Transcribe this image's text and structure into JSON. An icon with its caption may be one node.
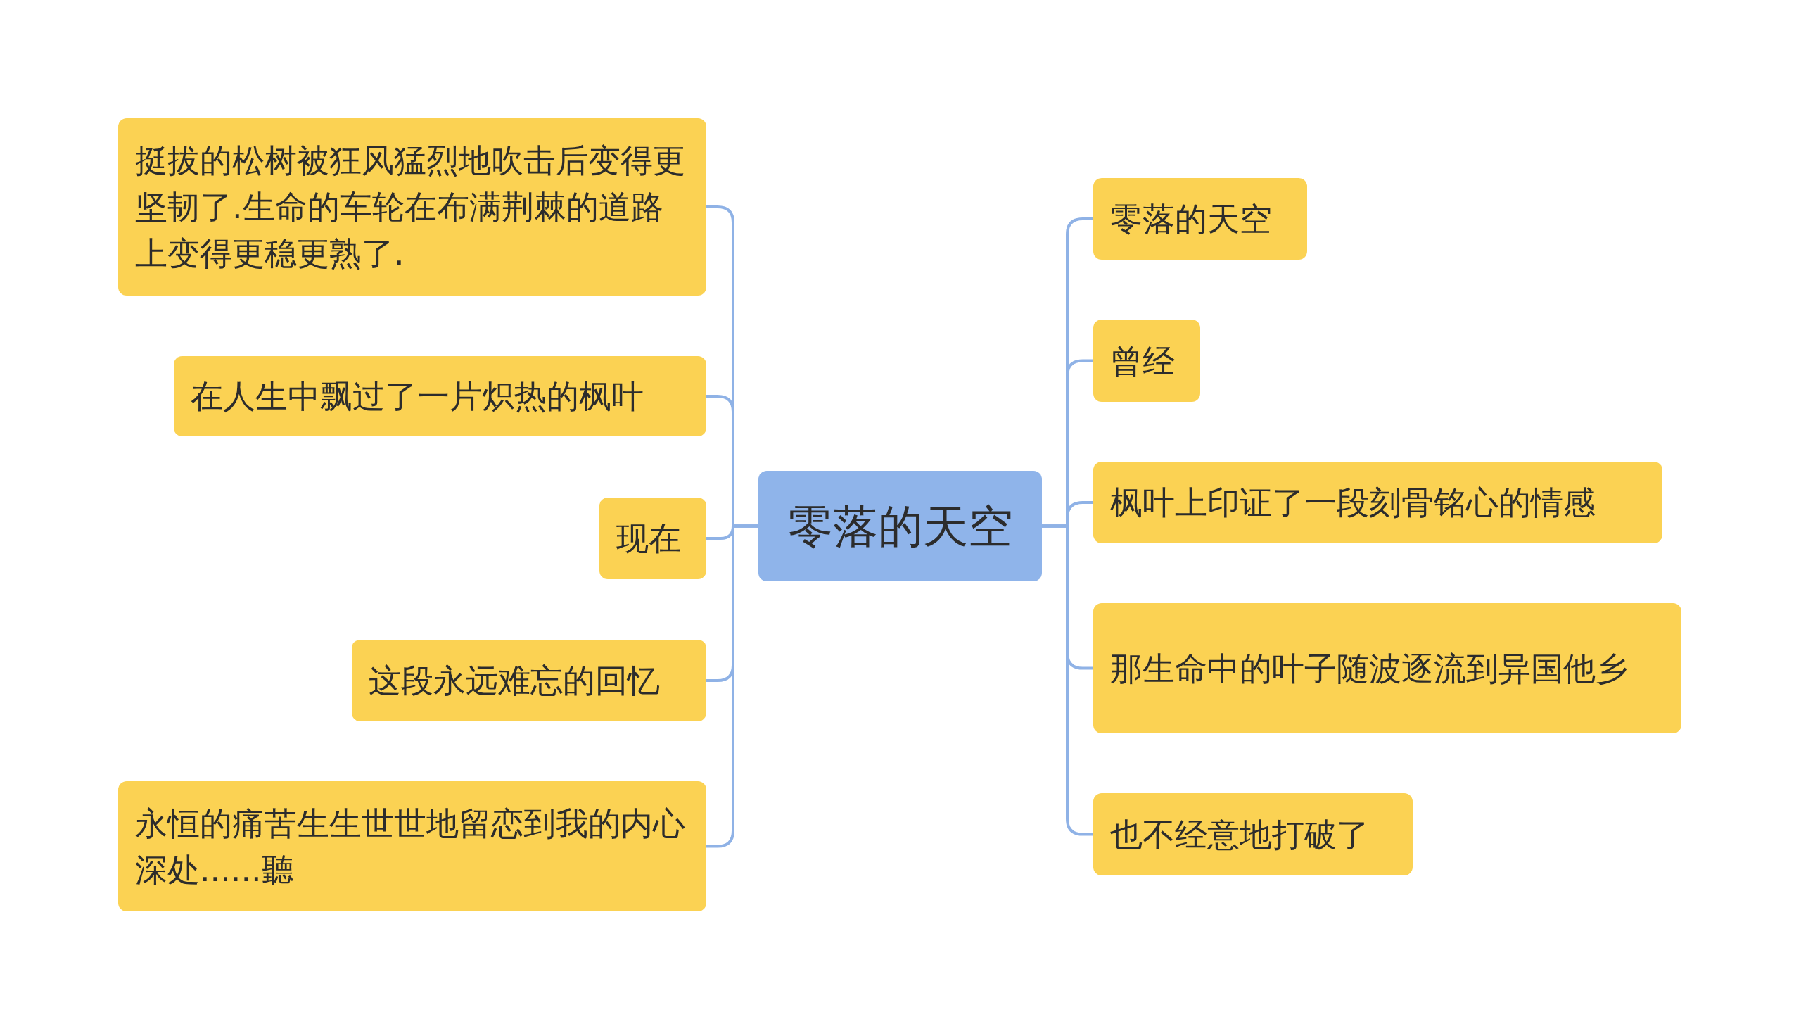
{
  "diagram": {
    "nodes": [
      {
        "text": [
          "零落的天空"
        ]
      },
      {
        "text": [
          "零落的天空"
        ]
      },
      {
        "text": [
          "曾经"
        ]
      },
      {
        "text": [
          "枫叶上印证了一段刻骨铭心的情感"
        ]
      },
      {
        "text": [
          "那生命中的叶子随波逐流到异国他乡"
        ]
      },
      {
        "text": [
          "也不经意地打破了"
        ]
      },
      {
        "text": [
          "挺拔的松树被狂风猛烈地吹击后变得更坚韧了.生命的车轮在布满荆棘的道路上变得更稳更熟了."
        ]
      },
      {
        "text": [
          "在人生中飘过了一片炽热的枫叶"
        ]
      },
      {
        "text": [
          "现在"
        ]
      },
      {
        "text": [
          "这段永远难忘的回忆"
        ]
      },
      {
        "text": [
          "永恒的痛苦生生世世地留恋到我的内心深处......聽"
        ]
      }
    ],
    "edges": [
      {
        "from": 0,
        "to": 1,
        "arrow": "none"
      },
      {
        "from": 0,
        "to": 2,
        "arrow": "none"
      },
      {
        "from": 0,
        "to": 3,
        "arrow": "none"
      },
      {
        "from": 0,
        "to": 4,
        "arrow": "none"
      },
      {
        "from": 0,
        "to": 5,
        "arrow": "none"
      },
      {
        "from": 0,
        "to": 6,
        "arrow": "none"
      },
      {
        "from": 0,
        "to": 7,
        "arrow": "none"
      },
      {
        "from": 0,
        "to": 8,
        "arrow": "none"
      },
      {
        "from": 0,
        "to": 9,
        "arrow": "none"
      },
      {
        "from": 0,
        "to": 10,
        "arrow": "none"
      }
    ]
  }
}
